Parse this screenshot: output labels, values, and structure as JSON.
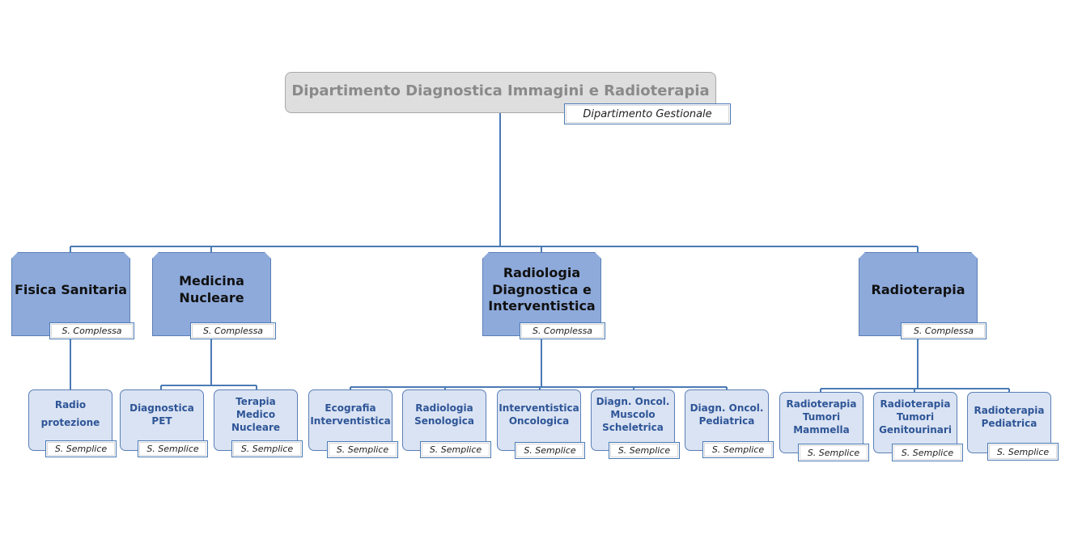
{
  "department": {
    "name": "Dipartimento Diagnostica Immagini e Radioterapia",
    "type": "Dipartimento Gestionale"
  },
  "units": [
    {
      "name": "Fisica Sanitaria",
      "type": "S. Complessa",
      "children": [
        {
          "name": "Radio protezione",
          "type": "S. Semplice"
        }
      ]
    },
    {
      "name": "Medicina Nucleare",
      "type": "S. Complessa",
      "children": [
        {
          "name": "Diagnostica PET",
          "type": "S. Semplice"
        },
        {
          "name": "Terapia Medico Nucleare",
          "type": "S. Semplice"
        }
      ]
    },
    {
      "name": "Radiologia Diagnostica e Interventistica",
      "type": "S. Complessa",
      "children": [
        {
          "name": "Ecografia Interventistica",
          "type": "S. Semplice"
        },
        {
          "name": "Radiologia Senologica",
          "type": "S. Semplice"
        },
        {
          "name": "Interventistica Oncologica",
          "type": "S. Semplice"
        },
        {
          "name": "Diagn. Oncol. Muscolo Scheletrica",
          "type": "S. Semplice"
        },
        {
          "name": "Diagn. Oncol. Pediatrica",
          "type": "S. Semplice"
        }
      ]
    },
    {
      "name": "Radioterapia",
      "type": "S. Complessa",
      "children": [
        {
          "name": "Radioterapia Tumori Mammella",
          "type": "S. Semplice"
        },
        {
          "name": "Radioterapia Tumori Genitourinari",
          "type": "S. Semplice"
        },
        {
          "name": "Radioterapia Pediatrica",
          "type": "S. Semplice"
        }
      ]
    }
  ],
  "colors": {
    "connector": "#4a7ab5",
    "complex_unit_fill": "#8eaadb",
    "simple_unit_fill": "#dae3f3",
    "simple_unit_text": "#2e5597",
    "department_fill": "#dedede"
  }
}
